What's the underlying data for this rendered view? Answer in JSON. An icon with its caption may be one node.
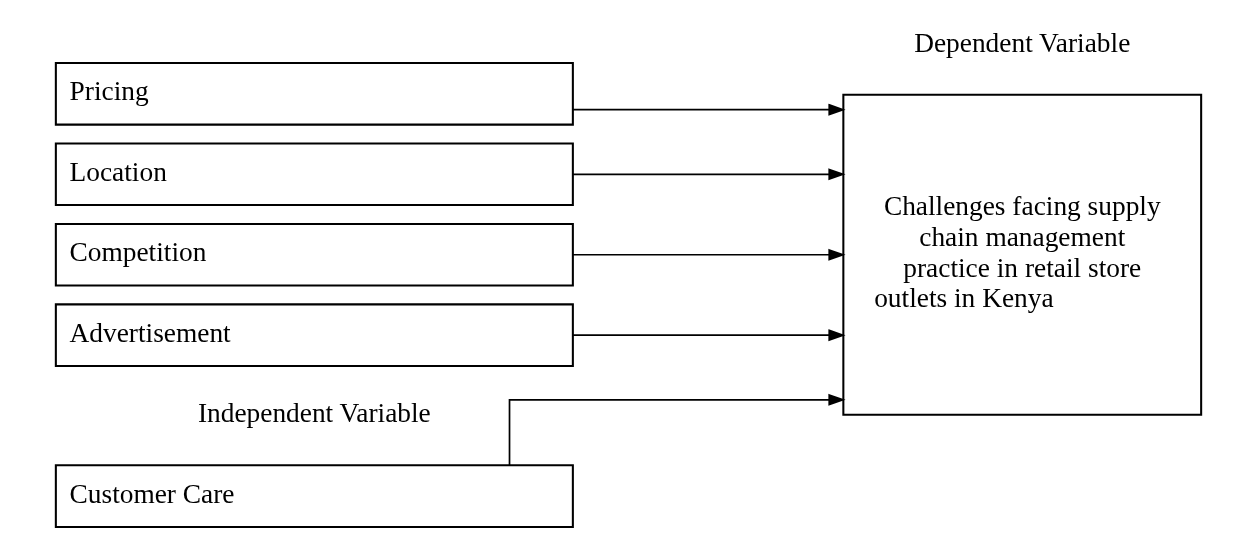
{
  "diagram": {
    "nodes": [
      {
        "text": [
          "Customer Care"
        ]
      },
      {
        "text": [
          "Pricing"
        ]
      },
      {
        "text": [
          "Location"
        ]
      },
      {
        "text": [
          "Competition"
        ]
      },
      {
        "text": [
          "Advertisement"
        ]
      },
      {
        "text": [
          "Challenges facing supply chain management practice in retail store outlets in Kenya"
        ]
      }
    ],
    "edges": [
      {
        "from": 0,
        "to": 5,
        "arrow": "to"
      },
      {
        "from": 1,
        "to": 5,
        "arrow": "to"
      },
      {
        "from": 2,
        "to": 5,
        "arrow": "to"
      },
      {
        "from": 3,
        "to": 5,
        "arrow": "to"
      },
      {
        "from": 4,
        "to": 5,
        "arrow": "to"
      }
    ],
    "labels": [
      "Independent Variable",
      "Dependent Variable"
    ]
  }
}
